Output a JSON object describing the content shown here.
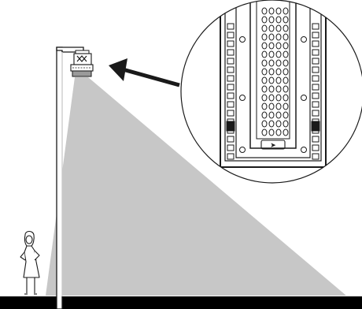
{
  "scene": {
    "description_labels": [],
    "colors": {
      "background": "#ffffff",
      "light_beam": "#c7c7c7",
      "ground": "#000000",
      "line": "#1a1a1a",
      "arrow": "#1a1a1a"
    },
    "icons": {
      "pole": "street-light-pole",
      "fixture": "led-street-light-fixture",
      "person": "standing-woman-figure",
      "magnifier": "detail-zoom-circle",
      "arrow": "pointer-arrow"
    },
    "detail": {
      "led_grid_columns": 4,
      "led_grid_rows": 15,
      "indicator_symbol": "➤"
    }
  }
}
